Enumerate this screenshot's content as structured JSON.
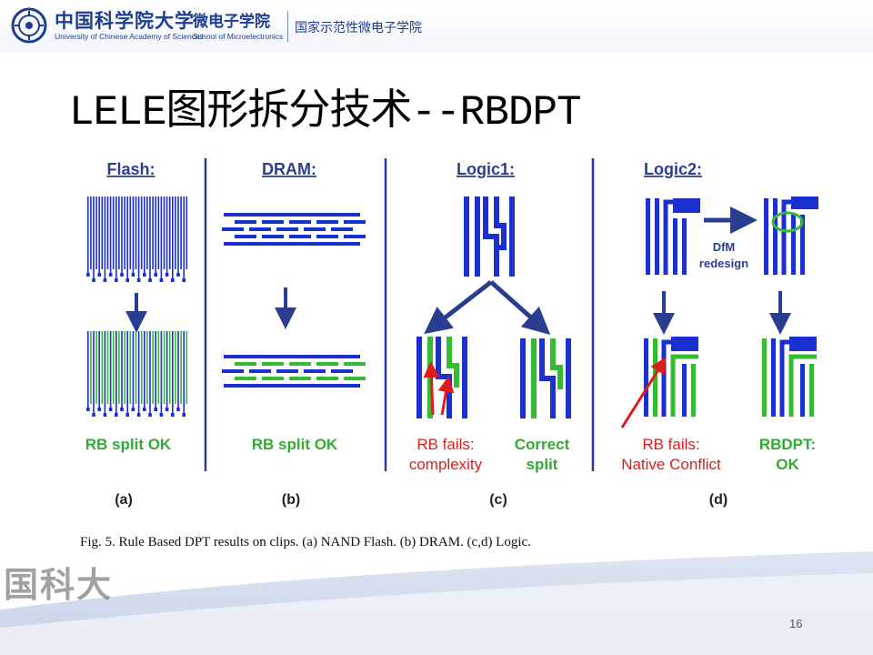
{
  "header": {
    "cn_name": "中国科学院大学",
    "en_name": "University of Chinese Academy of Sciences",
    "cn_school": "微电子学院",
    "en_school": "School of Microelectronics",
    "cn_demo": "国家示范性微电子学院"
  },
  "slide": {
    "title": "LELE图形拆分技术--RBDPT",
    "page_number": "16",
    "watermark": "国科大"
  },
  "figure": {
    "caption": "Fig. 5. Rule Based DPT results on clips. (a) NAND Flash. (b) DRAM. (c,d) Logic.",
    "panels": {
      "a": {
        "title": "Flash:",
        "result": "RB split OK",
        "label": "(a)"
      },
      "b": {
        "title": "DRAM:",
        "result": "RB split OK",
        "label": "(b)"
      },
      "c": {
        "title": "Logic1:",
        "result_left_1": "RB fails:",
        "result_left_2": "complexity",
        "result_right_1": "Correct",
        "result_right_2": "split",
        "label": "(c)"
      },
      "d": {
        "title": "Logic2:",
        "dfm_1": "DfM",
        "dfm_2": "redesign",
        "result_left_1": "RB fails:",
        "result_left_2": "Native Conflict",
        "result_right_1": "RBDPT:",
        "result_right_2": "OK",
        "label": "(d)"
      }
    },
    "colors": {
      "blue": "#1c2fcf",
      "green": "#33bb33",
      "red": "#e01b1b",
      "title_blue": "#2b3f8f",
      "arrow": "#2a3e91"
    }
  }
}
